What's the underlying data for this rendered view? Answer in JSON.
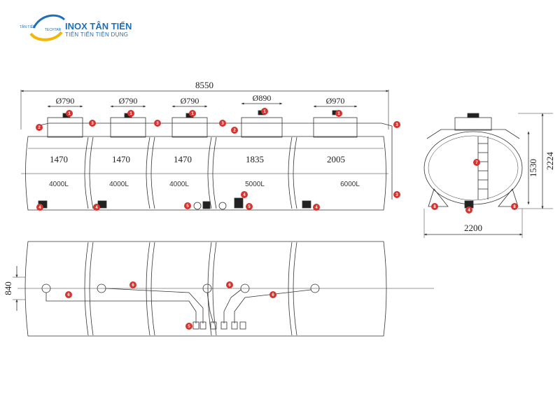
{
  "logo": {
    "brand": "INOX TÂN TIẾN",
    "tagline": "TIÊN TIẾN TIỆN DỤNG",
    "mini_top": "TÂN TIẾN",
    "mini_bottom": "TECHTAR"
  },
  "colors": {
    "line": "#333333",
    "marker": "#d6342f",
    "accent_blue": "#1d6fb8",
    "accent_yellow": "#f2b705"
  },
  "side_view": {
    "overall_length": "8550",
    "compartments": [
      {
        "manhole": "Ø790",
        "length": "1470",
        "capacity": "4000L"
      },
      {
        "manhole": "Ø790",
        "length": "1470",
        "capacity": "4000L"
      },
      {
        "manhole": "Ø790",
        "length": "1470",
        "capacity": "4000L"
      },
      {
        "manhole": "Ø890",
        "length": "1835",
        "capacity": "5000L"
      },
      {
        "manhole": "Ø970",
        "length": "2005",
        "capacity": "6000L"
      }
    ]
  },
  "end_view": {
    "width": "2200",
    "height_total": "2224",
    "height_body": "1530"
  },
  "top_view": {
    "width": "840"
  },
  "markers": [
    "1",
    "2",
    "3",
    "4",
    "5",
    "6",
    "7",
    "8"
  ]
}
